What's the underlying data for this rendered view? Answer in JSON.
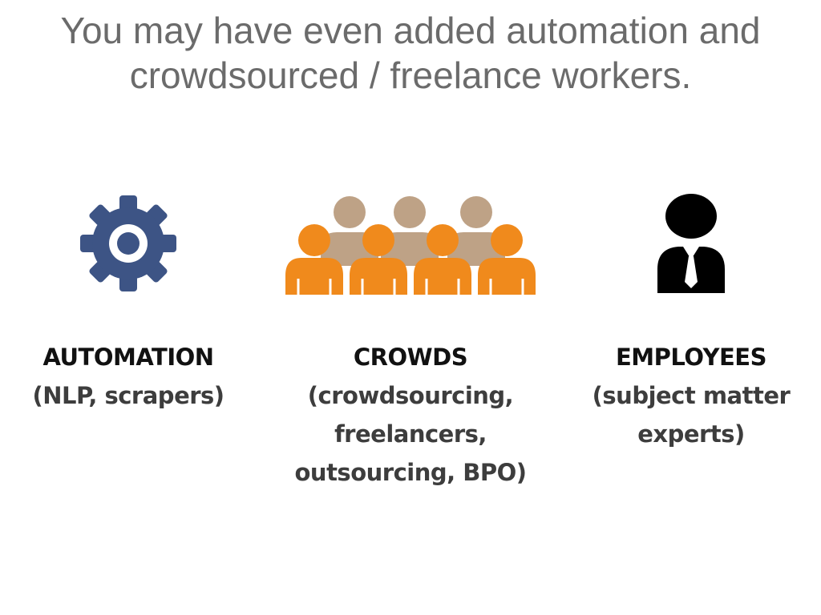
{
  "title": {
    "line1": "You may have even added automation and",
    "line2": "crowdsourced / freelance workers."
  },
  "columns": {
    "automation": {
      "icon": "gear-icon",
      "heading": "AUTOMATION",
      "desc_lines": [
        "(NLP, scrapers)"
      ]
    },
    "crowds": {
      "icon": "crowd-icon",
      "heading": "CROWDS",
      "desc_lines": [
        "(crowdsourcing,",
        "freelancers,",
        "outsourcing, BPO)"
      ]
    },
    "employees": {
      "icon": "employee-icon",
      "heading": "EMPLOYEES",
      "desc_lines": [
        "(subject matter",
        "experts)"
      ]
    }
  },
  "colors": {
    "title": "#6b6b6b",
    "gear": "#3d5485",
    "crowd_front": "#f08a1c",
    "crowd_back": "#b89a7c",
    "employee": "#000000"
  }
}
